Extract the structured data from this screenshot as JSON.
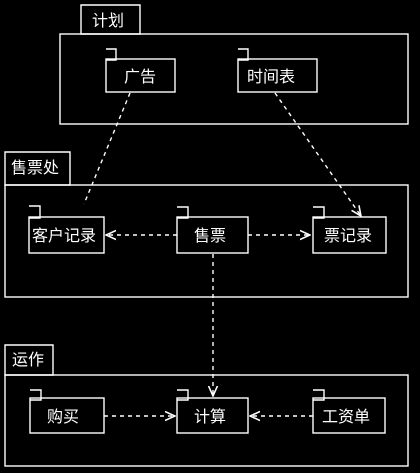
{
  "packages": {
    "plan": {
      "label": "计划",
      "items": {
        "ad": "广告",
        "schedule": "时间表"
      }
    },
    "ticket_office": {
      "label": "售票处",
      "items": {
        "customer_records": "客户记录",
        "ticket_sales": "售票",
        "ticket_records": "票记录"
      }
    },
    "operations": {
      "label": "运作",
      "items": {
        "purchase": "购买",
        "accounting": "计算",
        "payroll": "工资单"
      }
    }
  },
  "style": {
    "background": "#000000",
    "line_color": "#ffffff"
  }
}
